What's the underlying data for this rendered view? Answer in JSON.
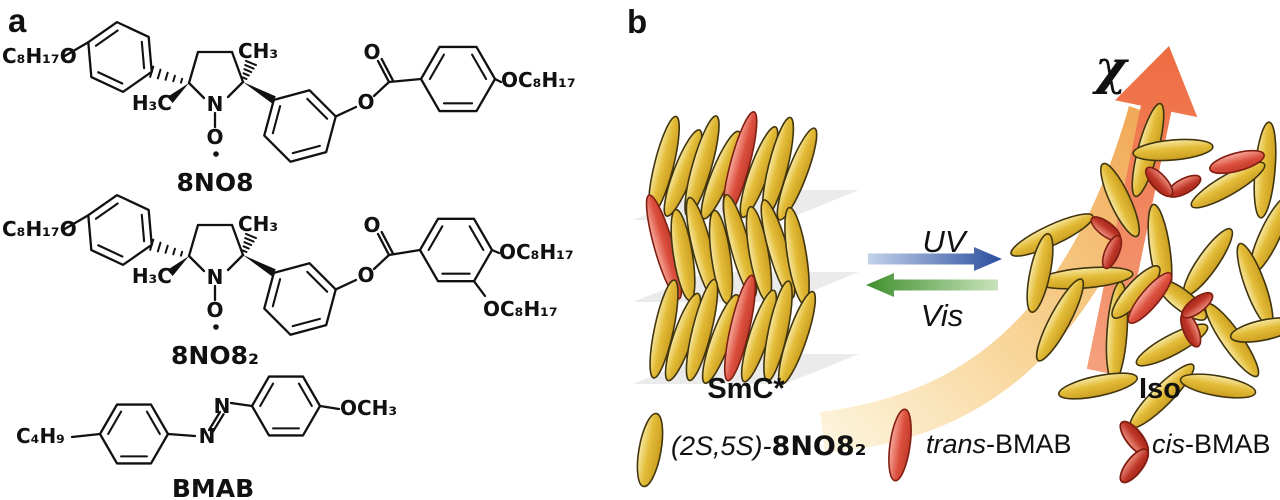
{
  "panel_a": {
    "label": "a",
    "mol1": {
      "name": "8NO8",
      "chain_left": "C₈H₁₇O",
      "methyl_left": "H₃C",
      "methyl_right": "CH₃",
      "ring_n": "N",
      "ring_o": "O",
      "ester_o": "O",
      "carbonyl_o": "O",
      "chain_right": "OC₈H₁₇"
    },
    "mol2": {
      "name": "8NO8₂",
      "chain_left": "C₈H₁₇O",
      "methyl_left": "H₃C",
      "methyl_right": "CH₃",
      "ring_n": "N",
      "ring_o": "O",
      "ester_o": "O",
      "carbonyl_o": "O",
      "chain_right1": "OC₈H₁₇",
      "chain_right2": "OC₈H₁₇"
    },
    "mol3": {
      "name": "BMAB",
      "chain_left": "C₄H₉",
      "azo_n_left": "N",
      "azo_n_right": "N",
      "chain_right": "OCH₃"
    }
  },
  "panel_b": {
    "label": "b",
    "chi_symbol": "χ",
    "uv_label": "UV",
    "vis_label": "Vis",
    "phase_left": "SmC*",
    "phase_right": "Iso",
    "legend": [
      {
        "marker": "yellow-ellipsoid",
        "prefix": "(2S,5S)-",
        "name": "8NO8₂"
      },
      {
        "marker": "red-ellipsoid",
        "prefix": "trans",
        "name": "-BMAB"
      },
      {
        "marker": "red-bent-ellipsoid",
        "prefix": "cis",
        "name": "-BMAB"
      }
    ]
  },
  "colors": {
    "bond_black": "#111111",
    "mesogen_yellow": "#E3BC38",
    "mesogen_yellow_light": "#F7E9A4",
    "mesogen_outline": "#41350F",
    "trans_red": "#DC4F3D",
    "trans_red_light": "#F6AB9E",
    "trans_red_outline": "#801E12",
    "cis_red": "#BE3526",
    "cis_red_light": "#EE9182",
    "uv_arrow_blue_dark": "#2B4E9E",
    "uv_arrow_blue_light": "#C2D2E9",
    "vis_arrow_green_dark": "#3E8F2C",
    "vis_arrow_green_light": "#C9E3BC",
    "swoosh_light": "#FDF3DA",
    "swoosh_mid": "#F7CF8C",
    "swoosh_dark": "#F0A452",
    "chi_arrow_top": "#EE6B41",
    "chi_arrow_bottom": "#F5A27F",
    "layer_plane_gray": "#EBEBEB"
  }
}
